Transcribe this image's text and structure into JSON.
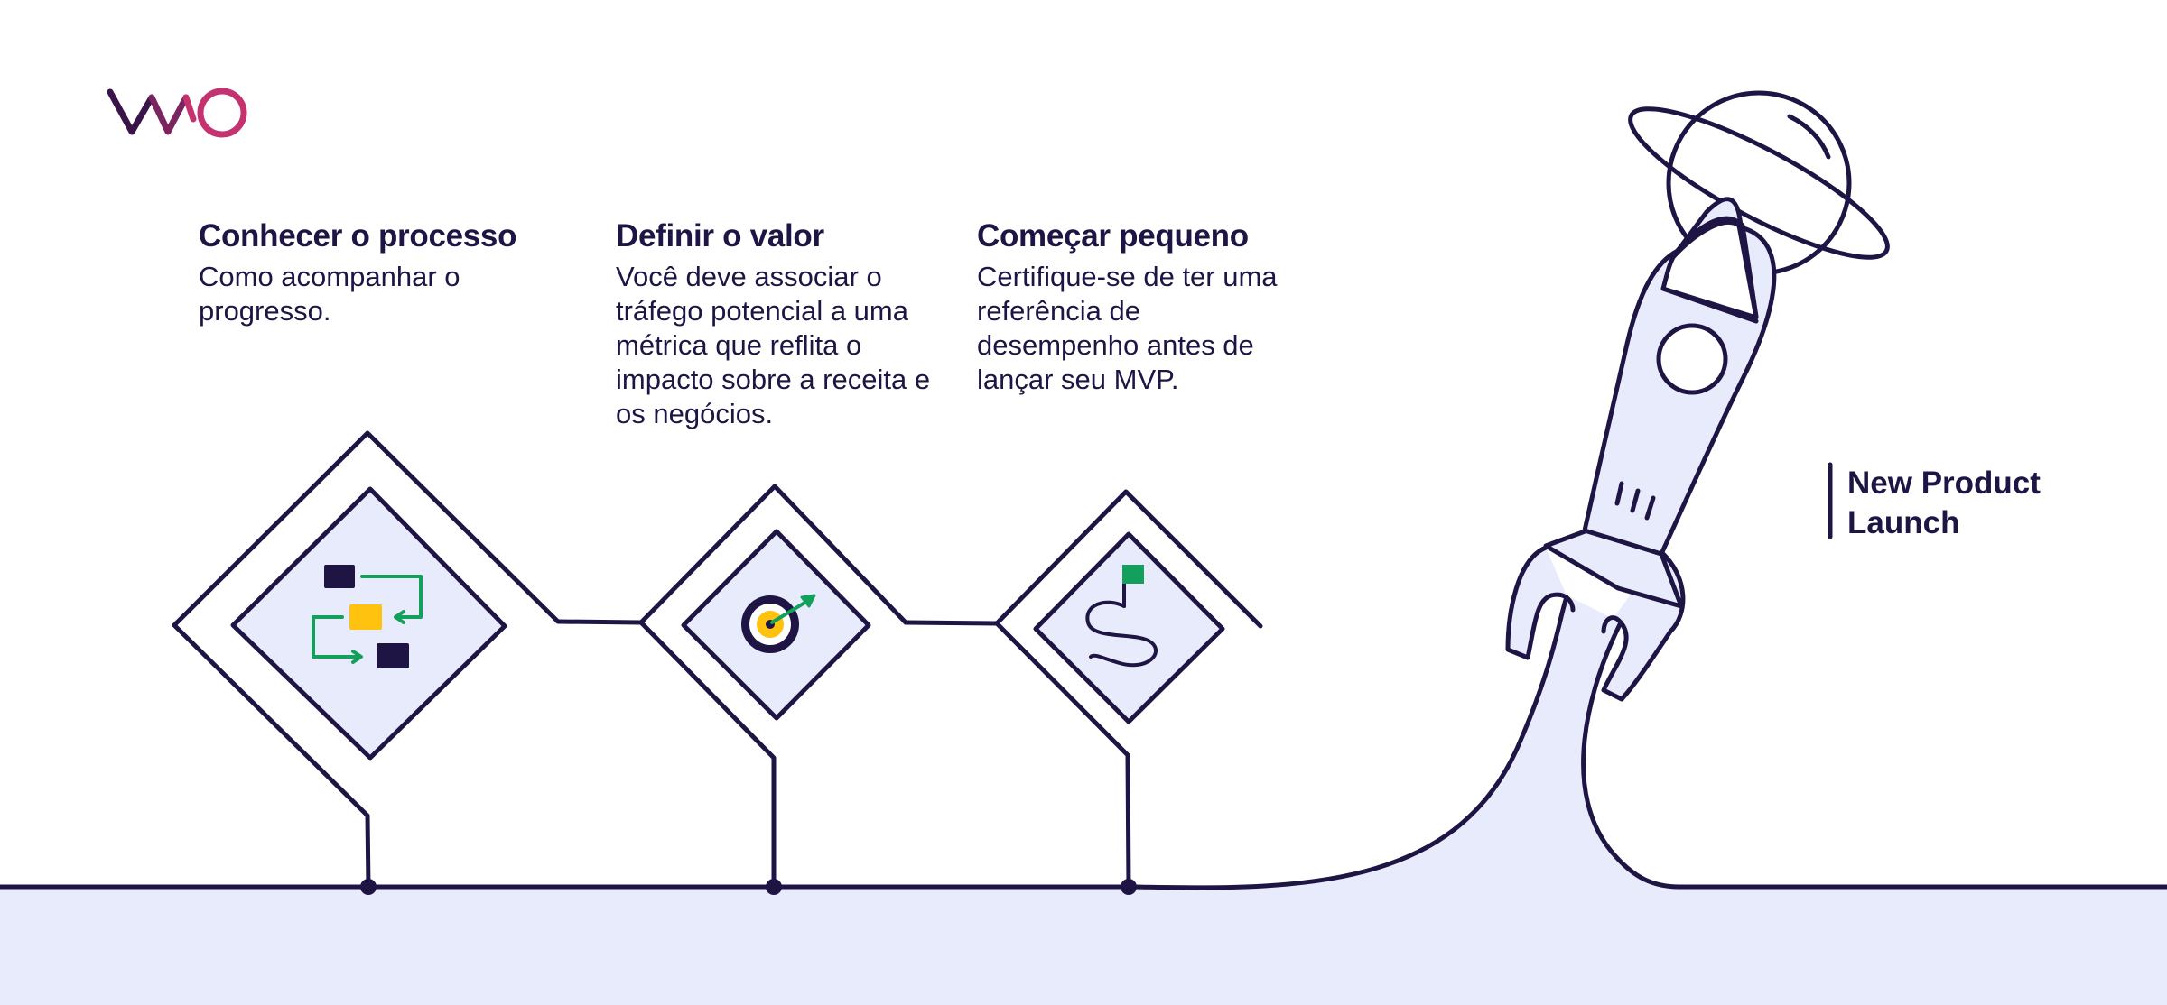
{
  "colors": {
    "ink": "#1e1545",
    "fill": "#e8ebfc",
    "green": "#12a05c",
    "yellow": "#ffc20e",
    "logo_dark": "#3a1448",
    "logo_magenta": "#c4336f"
  },
  "logo": {
    "text": "VWO"
  },
  "steps": [
    {
      "title": "Conhecer o processo",
      "description": "Como acompanhar o progresso.",
      "icon": "flowchart-icon"
    },
    {
      "title": "Definir o valor",
      "description": "Você deve associar o tráfego potencial a uma métrica que reflita o impacto sobre a receita e os negócios.",
      "icon": "target-icon"
    },
    {
      "title": "Começar pequeno",
      "description": "Certifique-se de ter uma referência de desempenho antes de lançar seu MVP.",
      "icon": "path-flag-icon"
    }
  ],
  "launch_label": "New Product Launch",
  "illustration": [
    "rocket-icon",
    "planet-icon"
  ]
}
